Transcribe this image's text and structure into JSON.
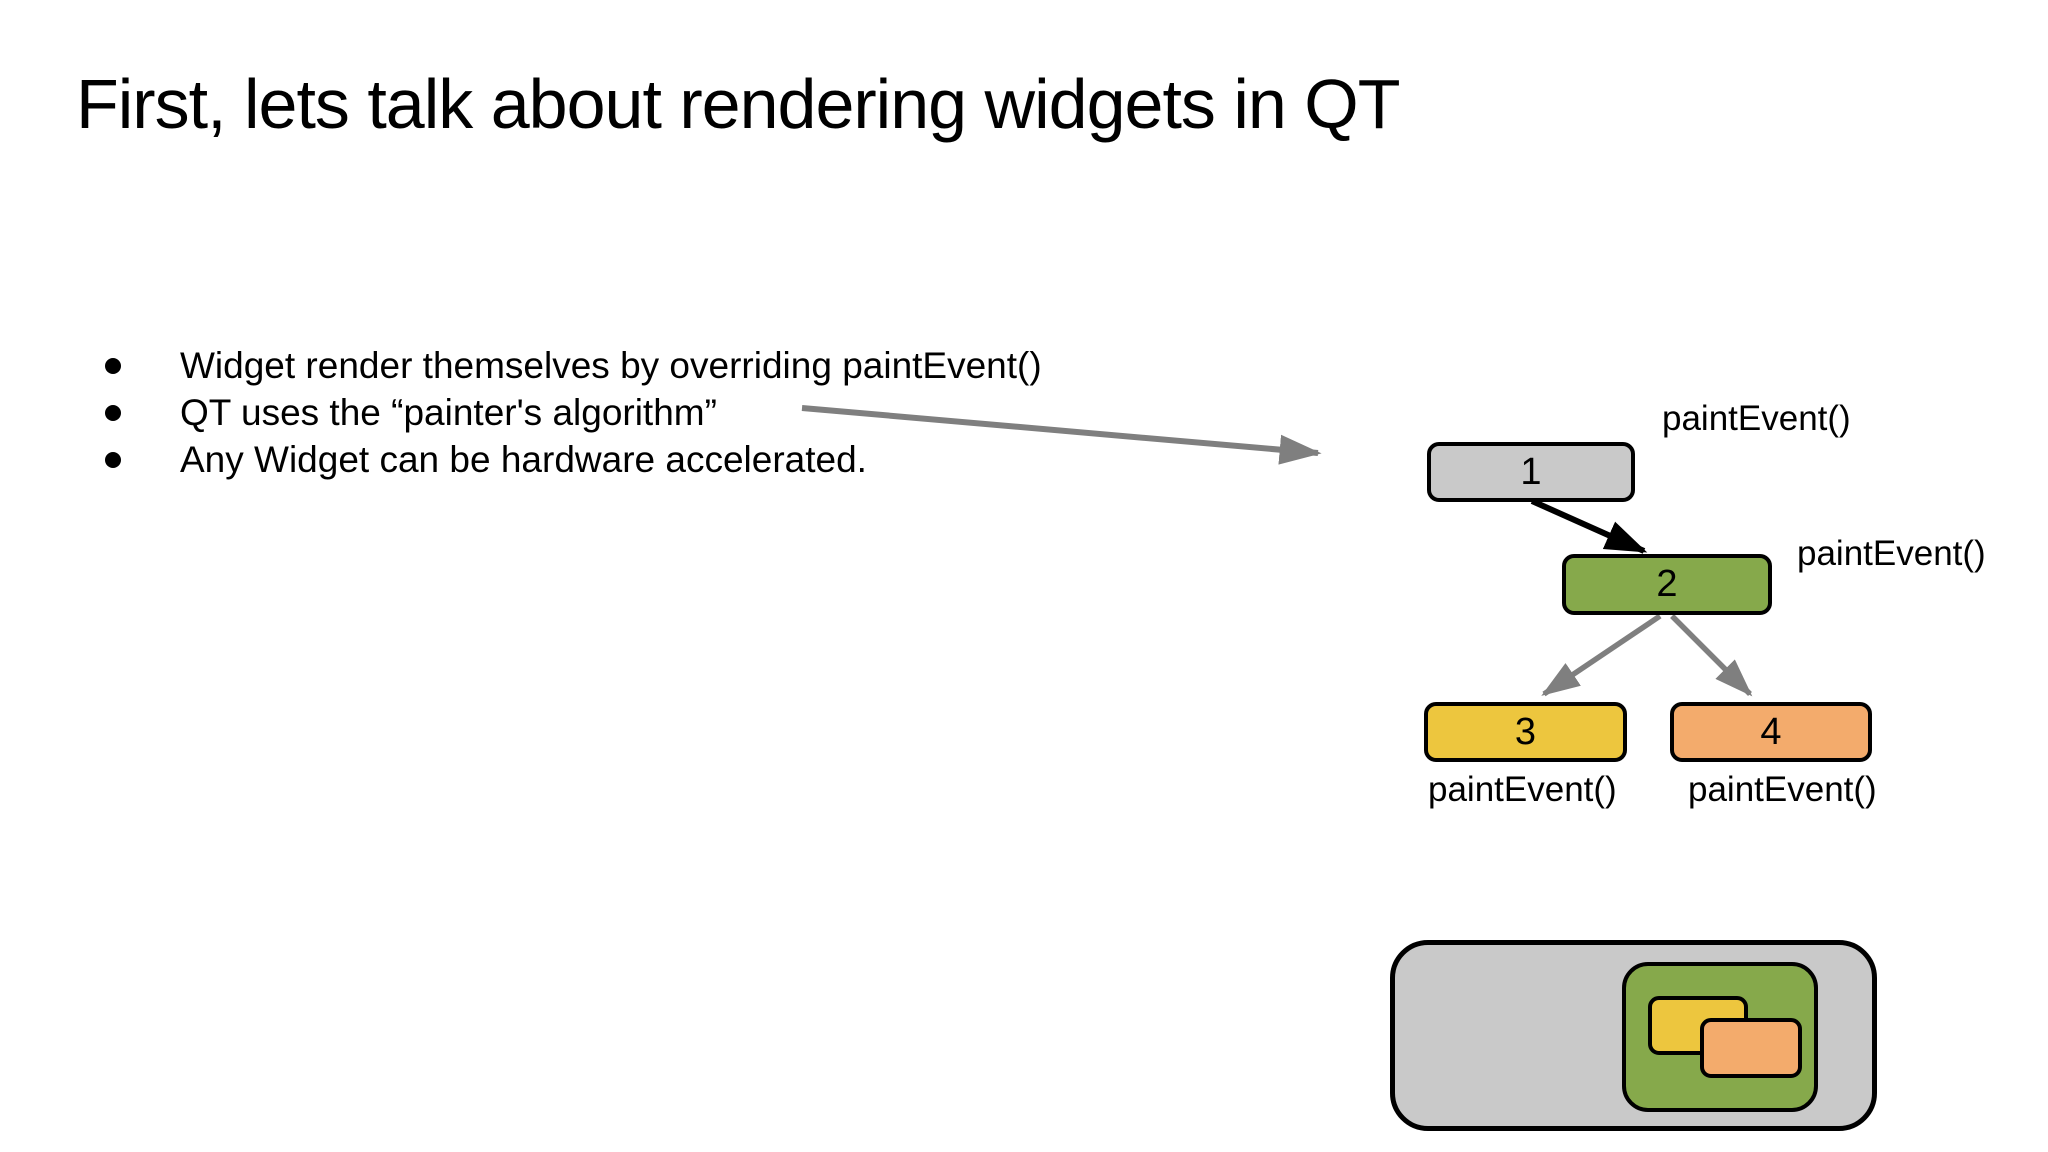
{
  "title": "First, lets talk about rendering widgets in QT",
  "bullets": [
    "Widget render themselves by overriding paintEvent()",
    "QT uses the “painter's algorithm”",
    "Any Widget can be hardware accelerated."
  ],
  "tree": {
    "nodes": [
      {
        "label": "1",
        "fill": "#c9c9c9"
      },
      {
        "label": "2",
        "fill": "#86a94b"
      },
      {
        "label": "3",
        "fill": "#edc63e"
      },
      {
        "label": "4",
        "fill": "#f3ab6c"
      }
    ],
    "paint_event_labels": [
      "paintEvent()",
      "paintEvent()",
      "paintEvent()",
      "paintEvent()"
    ]
  },
  "nested_diagram": {
    "outer_fill": "#c9c9c9",
    "middle_fill": "#86a94b",
    "child1_fill": "#edc63e",
    "child2_fill": "#f3ab6c"
  },
  "colors": {
    "background": "#ffffff",
    "text": "#000000",
    "arrow_gray": "#7f7f7f",
    "arrow_black": "#000000",
    "shape_border": "#000000"
  }
}
